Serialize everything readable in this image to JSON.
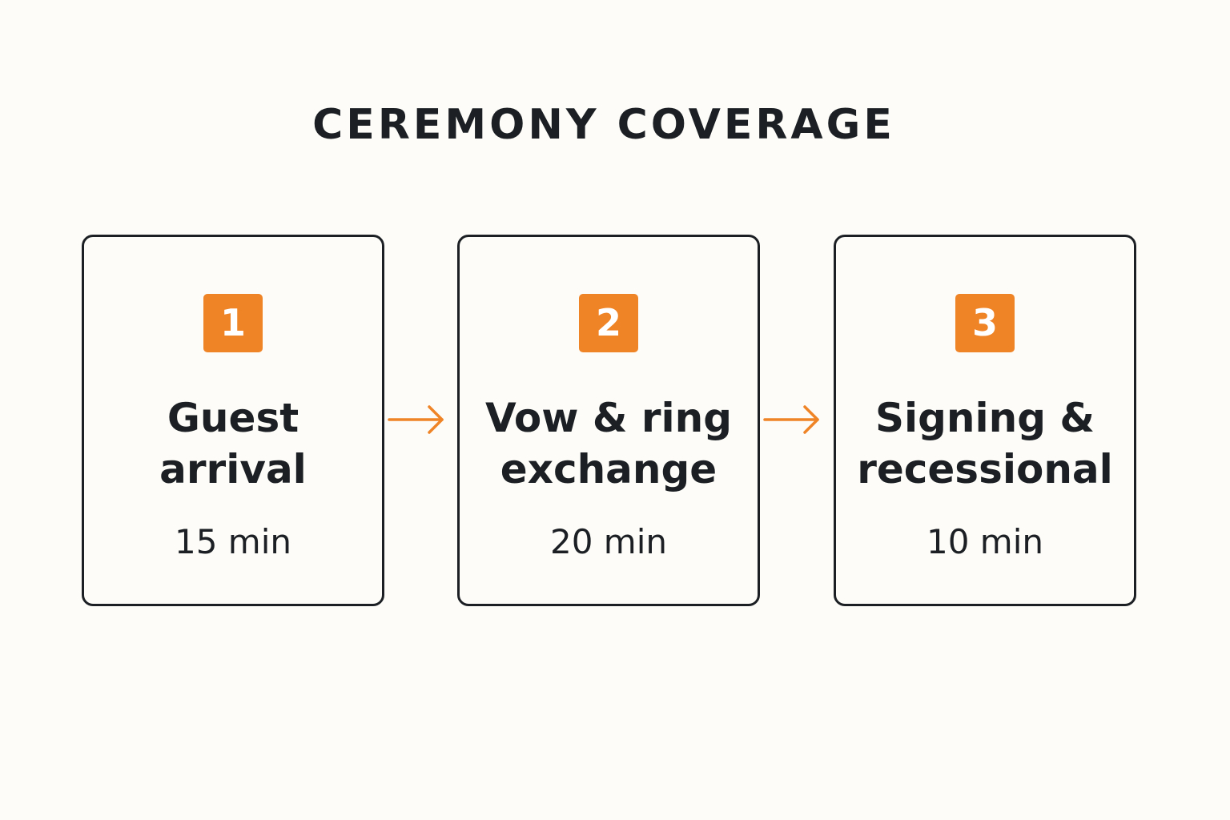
{
  "title": "CEREMONY COVERAGE",
  "accent_color": "#ef8427",
  "steps": [
    {
      "number": "1",
      "name_line1": "Guest",
      "name_line2": "arrival",
      "duration": "15 min"
    },
    {
      "number": "2",
      "name_line1": "Vow & ring",
      "name_line2": "exchange",
      "duration": "20 min"
    },
    {
      "number": "3",
      "name_line1": "Signing &",
      "name_line2": "recessional",
      "duration": "10 min"
    }
  ],
  "connector_icon": "arrow-right-icon"
}
